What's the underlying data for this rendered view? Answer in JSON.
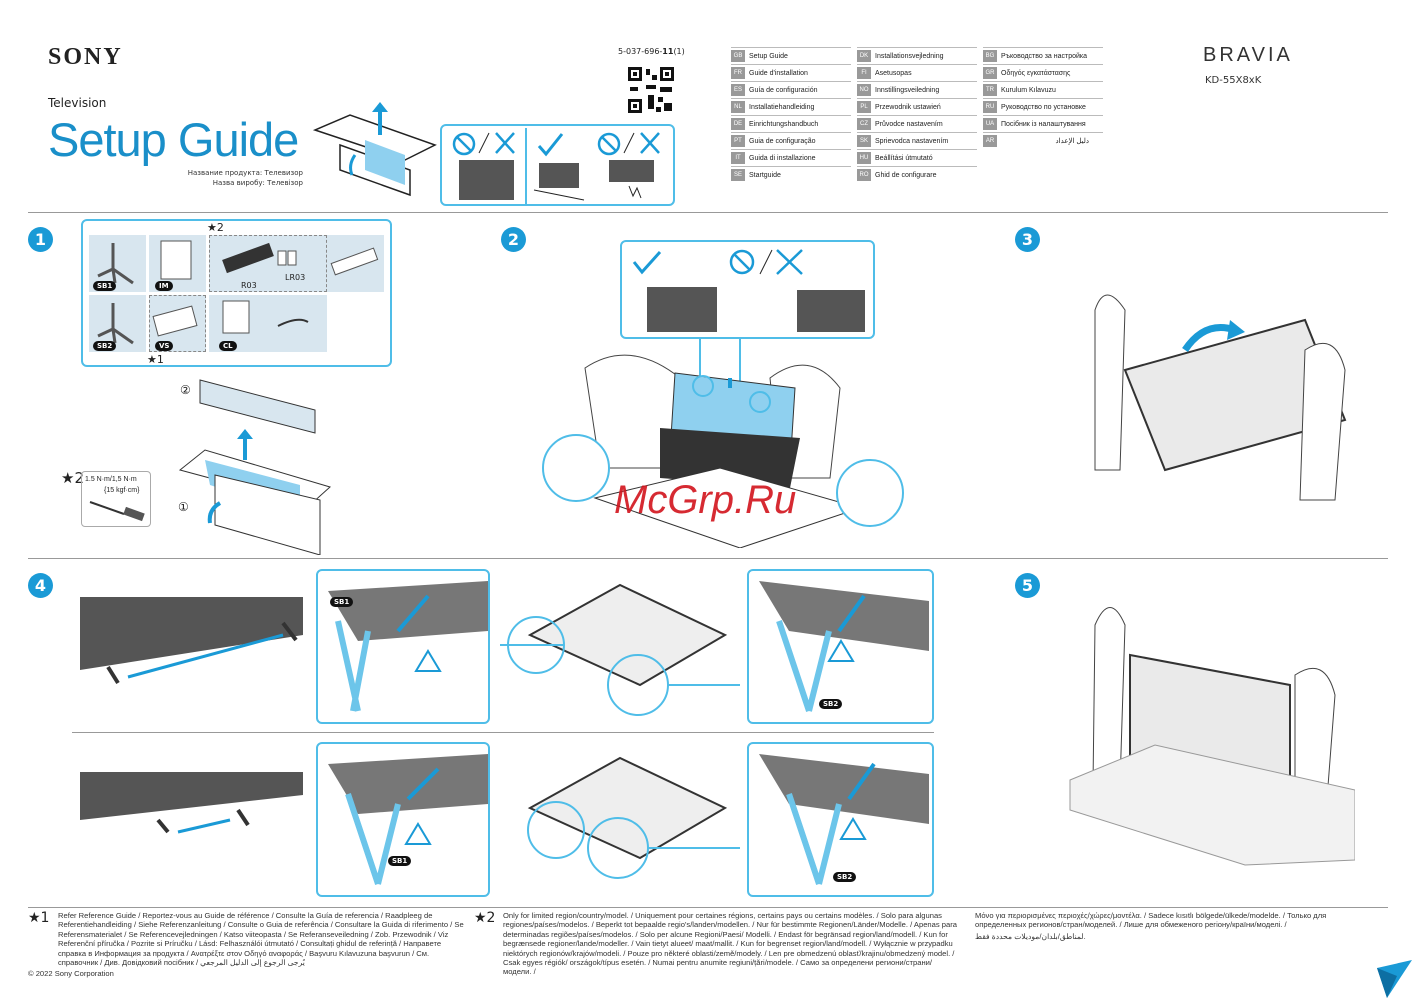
{
  "header": {
    "brand": "SONY",
    "category": "Television",
    "title": "Setup Guide",
    "product_name_ru": "Название продукта: Телевизор",
    "product_name_ua": "Назва виробу: Телевізор",
    "doc_code_prefix": "5-037-696-",
    "doc_code_bold": "11",
    "doc_code_suffix": "(1)",
    "series_logo": "BRAVIA",
    "model": "KD-55X8xK"
  },
  "languages": [
    [
      {
        "code": "GB",
        "label": "Setup Guide"
      },
      {
        "code": "FR",
        "label": "Guide d'installation"
      },
      {
        "code": "ES",
        "label": "Guía de configuración"
      },
      {
        "code": "NL",
        "label": "Installatiehandleiding"
      },
      {
        "code": "DE",
        "label": "Einrichtungshandbuch"
      },
      {
        "code": "PT",
        "label": "Guia de configuração"
      },
      {
        "code": "IT",
        "label": "Guida di installazione"
      },
      {
        "code": "SE",
        "label": "Startguide"
      }
    ],
    [
      {
        "code": "DK",
        "label": "Installationsvejledning"
      },
      {
        "code": "FI",
        "label": "Asetusopas"
      },
      {
        "code": "NO",
        "label": "Innstillingsveiledning"
      },
      {
        "code": "PL",
        "label": "Przewodnik ustawień"
      },
      {
        "code": "CZ",
        "label": "Průvodce nastavením"
      },
      {
        "code": "SK",
        "label": "Sprievodca nastavením"
      },
      {
        "code": "HU",
        "label": "Beállítási útmutató"
      },
      {
        "code": "RO",
        "label": "Ghid de configurare"
      }
    ],
    [
      {
        "code": "BG",
        "label": "Ръководство за настройка"
      },
      {
        "code": "GR",
        "label": "Οδηγός εγκατάστασης"
      },
      {
        "code": "TR",
        "label": "Kurulum Kılavuzu"
      },
      {
        "code": "RU",
        "label": "Руководство по установке"
      },
      {
        "code": "UA",
        "label": "Посібник із налаштування"
      },
      {
        "code": "AR",
        "label": "دليل الإعداد"
      }
    ]
  ],
  "steps": {
    "s1": "1",
    "s2": "2",
    "s3": "3",
    "s4": "4",
    "s5": "5"
  },
  "step1": {
    "tags": {
      "sb1": "SB1",
      "im": "IM",
      "vs": "VS",
      "cl": "CL",
      "sb2": "SB2"
    },
    "r03": "R03",
    "lr03": "LR03",
    "star1": "★1",
    "star2": "★2",
    "torque_line1": "1.5 N·m/1,5 N·m",
    "torque_line2": "{15 kgf·cm}",
    "num1": "①",
    "num2": "②"
  },
  "step4": {
    "sb1": "SB1",
    "sb2": "SB2"
  },
  "watermark": "McGrp.Ru",
  "footnotes": {
    "star1": "★1",
    "star2": "★2",
    "note1": "Refer Reference Guide / Reportez-vous au Guide de référence / Consulte la Guía de referencia / Raadpleeg de Referentiehandleiding / Siehe Referenzanleitung / Consulte o Guia de referência / Consultare la Guida di riferimento / Se Referensmaterialet / Se Referencevejledningen / Katso viiteopasta / Se Referanseveiledning / Zob. Przewodnik / Viz Referenční příručka / Pozrite si Príručku / Lásd: Felhasználói útmutató / Consultați ghidul de referință / Направете справка в Информация за продукта / Ανατρέξτε στον Οδηγό αναφοράς / Başvuru Kılavuzuna başvurun / См. справочник / Див. Довідковий посібник / يُرجى الرجوع إلى الدليل المرجعي",
    "note2": "Only for limited region/country/model. / Uniquement pour certaines régions, certains pays ou certains modèles. / Solo para algunas regiones/países/modelos. / Beperkt tot bepaalde regio's/landen/modellen. / Nur für bestimmte Regionen/Länder/Modelle. / Apenas para determinadas regiões/países/modelos. / Solo per alcune Regioni/Paesi/ Modelli. / Endast för begränsad region/land/modell. / Kun for begrænsede regioner/lande/modeller. / Vain tietyt alueet/ maat/mallit. / Kun for begrenset region/land/modell. / Wyłącznie w przypadku niektórych regionów/krajów/modeli. / Pouze pro některé oblasti/země/modely. / Len pre obmedzenú oblasť/krajinu/obmedzený model. / Csak egyes régiók/ országok/típus esetén. / Numai pentru anumite regiuni/țări/modele. / Само за определени региони/страни/модели. /",
    "note2b": "Μόνο για περιορισμένες περιοχές/χώρες/μοντέλα. / Sadece kısıtlı bölgede/ülkede/modelde. / Только для определенных регионов/стран/моделей. / Лише для обмеженого регіону/країни/моделі. /",
    "note2c": "لمناطق/بلدان/موديلات محددة فقط.",
    "copyright": "© 2022 Sony Corporation"
  },
  "colors": {
    "accent": "#1a9ad6",
    "title": "#1a8fc9",
    "watermark": "#d2141c"
  }
}
